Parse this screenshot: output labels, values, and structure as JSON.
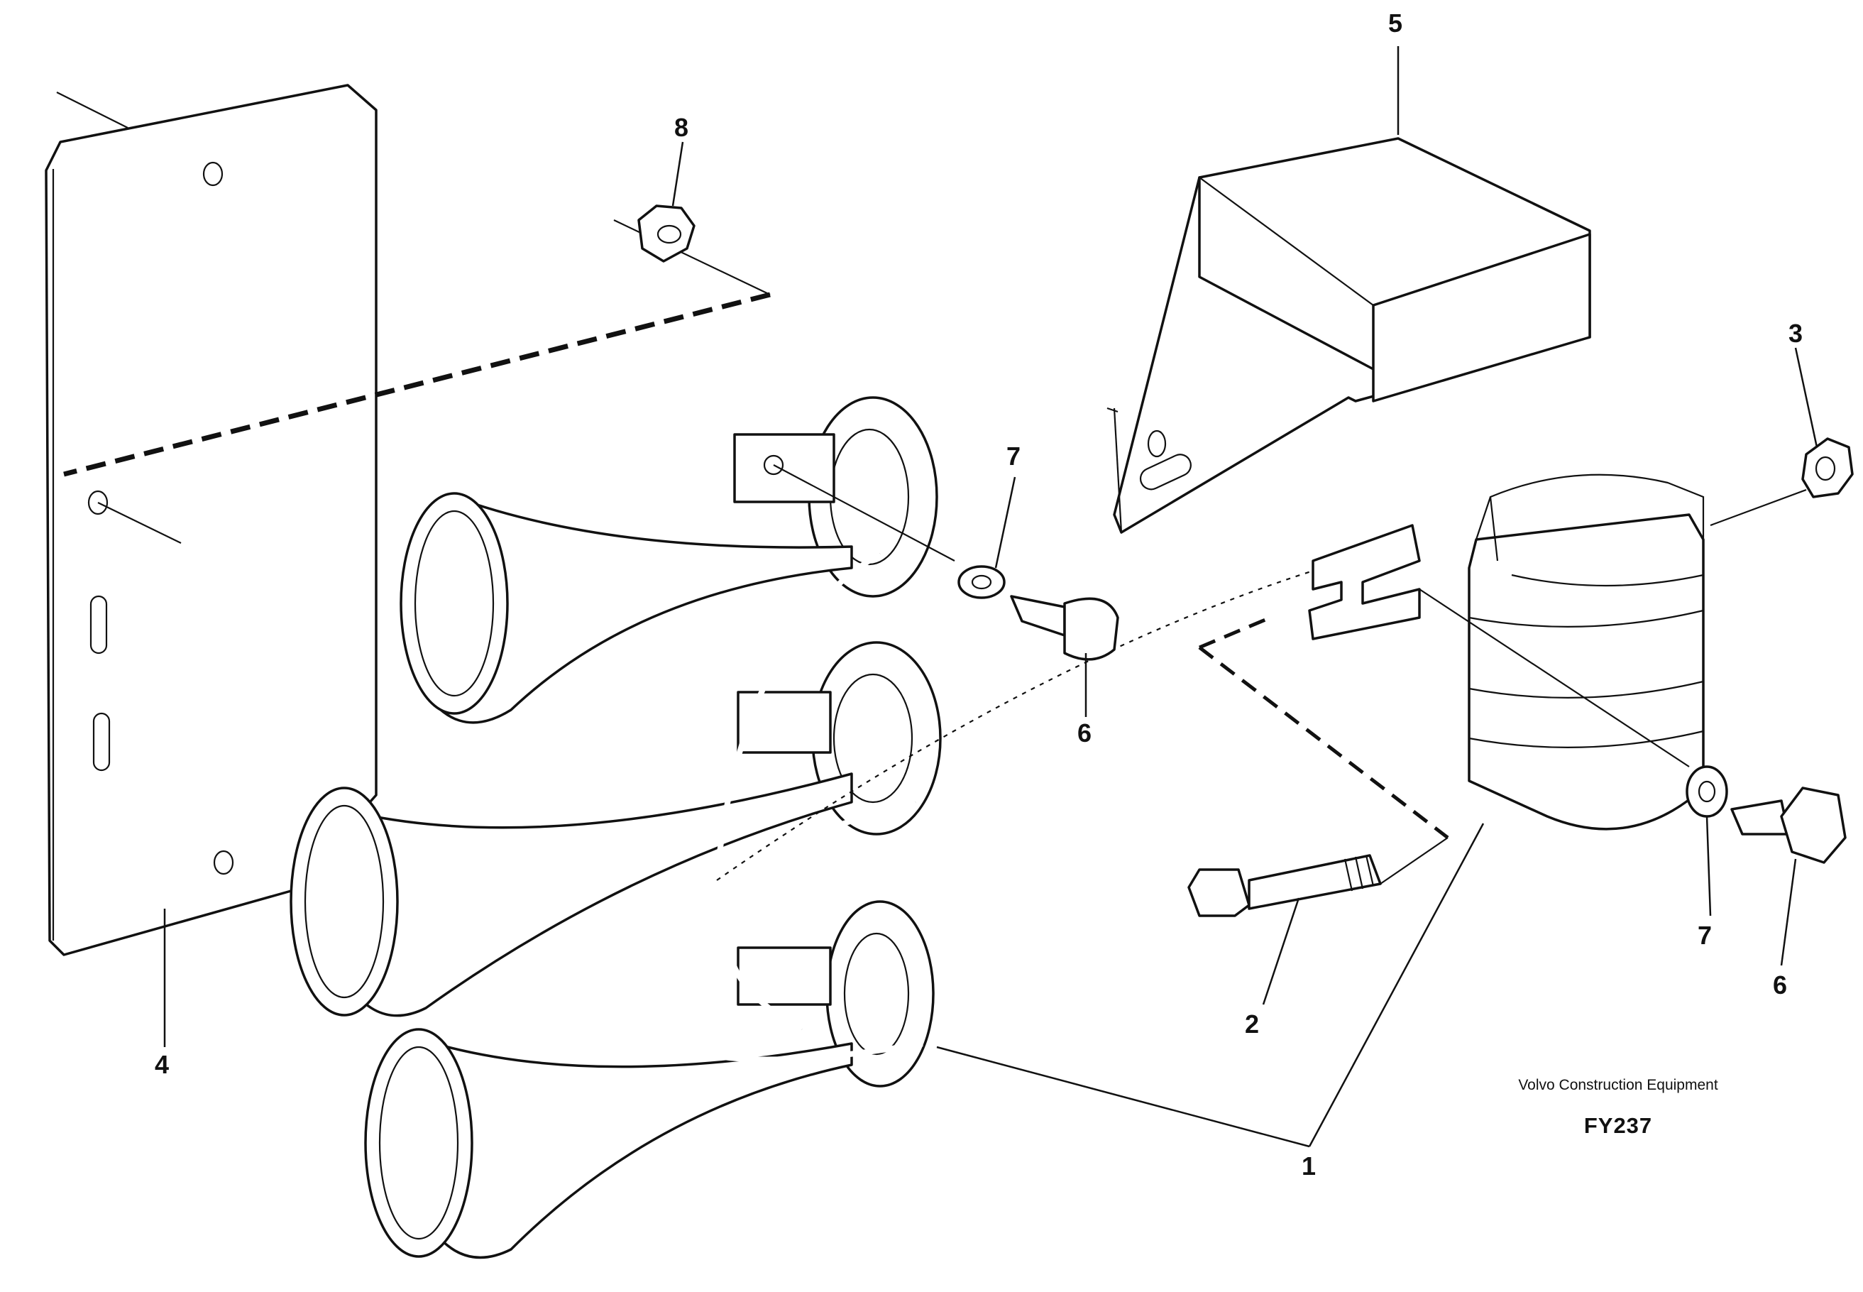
{
  "diagram": {
    "callouts": [
      {
        "id": "c1",
        "text": "1"
      },
      {
        "id": "c2",
        "text": "2"
      },
      {
        "id": "c3",
        "text": "3"
      },
      {
        "id": "c4",
        "text": "4"
      },
      {
        "id": "c5",
        "text": "5"
      },
      {
        "id": "c6a",
        "text": "6"
      },
      {
        "id": "c6b",
        "text": "6"
      },
      {
        "id": "c7a",
        "text": "7"
      },
      {
        "id": "c7b",
        "text": "7"
      },
      {
        "id": "c8",
        "text": "8"
      }
    ]
  },
  "caption": {
    "line1": "Volvo Construction Equipment",
    "code": "FY237"
  }
}
